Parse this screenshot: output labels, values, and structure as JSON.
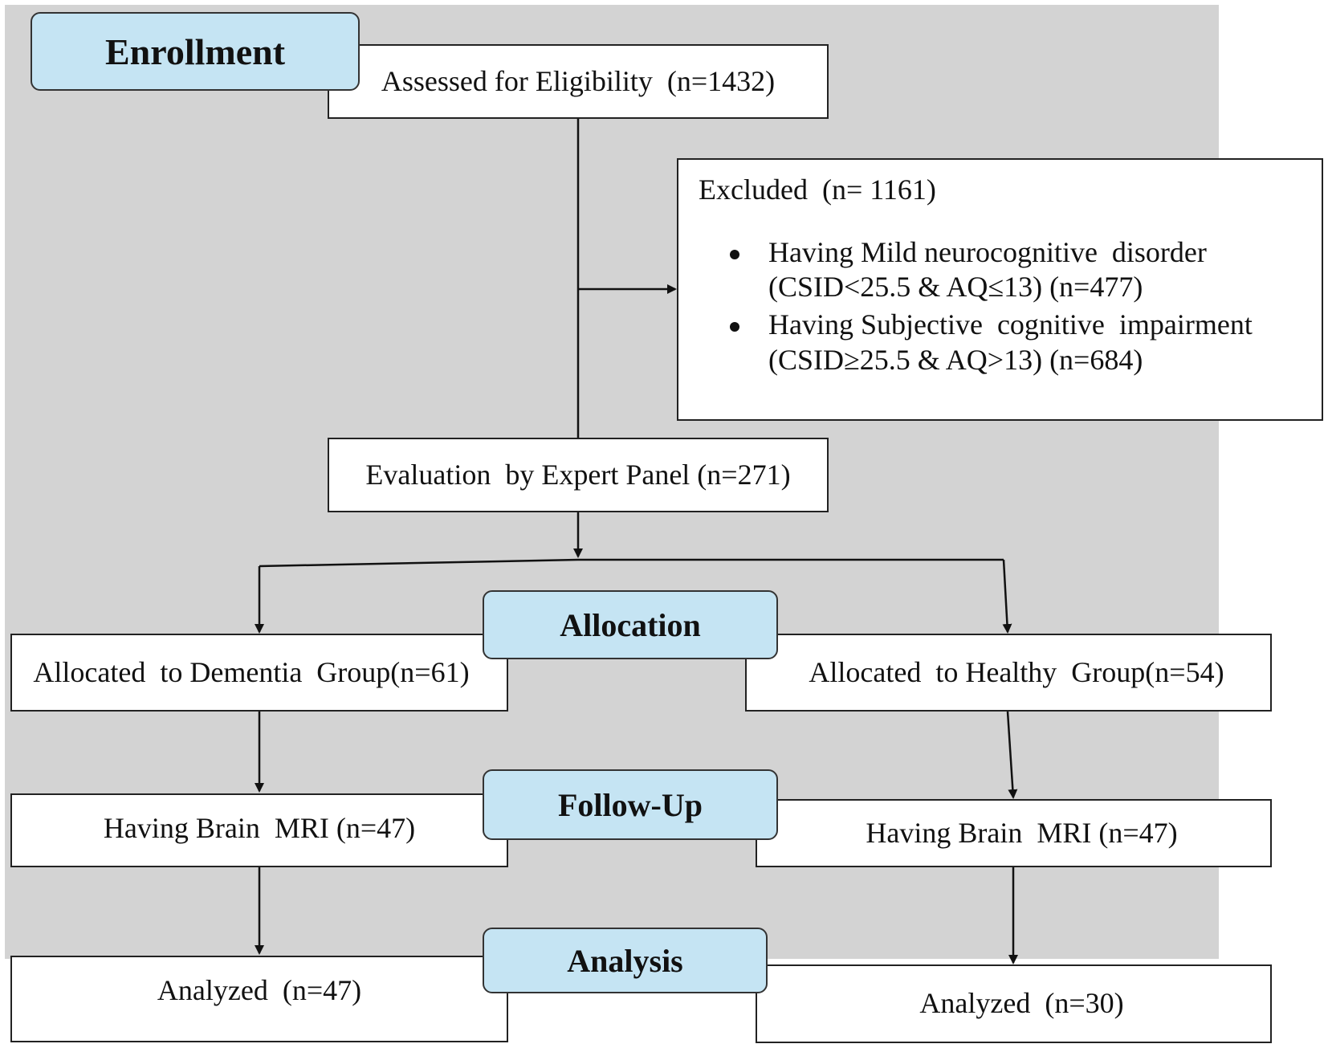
{
  "stages": {
    "enrollment": "Enrollment",
    "allocation": "Allocation",
    "follow_up": "Follow-Up",
    "analysis": "Analysis"
  },
  "boxes": {
    "assessed": "Assessed for Eligibility  (n=1432)",
    "excluded": {
      "title": "Excluded  (n= 1161)",
      "items": [
        {
          "line1": "Having Mild neurocognitive  disorder",
          "line2": "(CSID<25.5 & AQ≤13) (n=477)"
        },
        {
          "line1": "Having Subjective  cognitive  impairment",
          "line2": "(CSID≥25.5 & AQ>13) (n=684)"
        }
      ]
    },
    "evaluation": "Evaluation  by Expert Panel (n=271)",
    "dementia_group": "Allocated  to Dementia  Group(n=61)",
    "healthy_group": "Allocated  to Healthy  Group(n=54)",
    "dementia_mri": "Having Brain  MRI (n=47)",
    "healthy_mri": "Having Brain  MRI (n=47)",
    "dementia_analyzed": "Analyzed  (n=47)",
    "healthy_analyzed": "Analyzed  (n=30)"
  },
  "colors": {
    "background_panel": "#d3d3d3",
    "stage_label_fill": "#c5e4f3",
    "box_fill": "#ffffff",
    "line": "#111111"
  }
}
